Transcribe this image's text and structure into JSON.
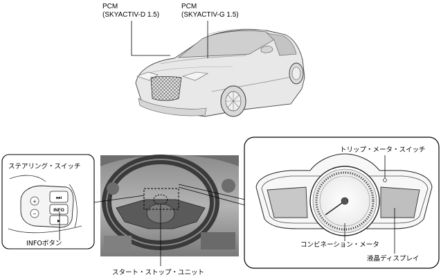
{
  "labels": {
    "pcm_d_line1": "PCM",
    "pcm_d_line2": "(SKYACTIV-D 1.5)",
    "pcm_g_line1": "PCM",
    "pcm_g_line2": "(SKYACTIV-G 1.5)",
    "steering_switch": "ステアリング・スイッチ",
    "info_button": "INFOボタン",
    "info_key_text": "INFO",
    "start_stop_unit": "スタート・ストップ・ユニット",
    "trip_meter_switch": "トリップ・メータ・スイッチ",
    "combination_meter": "コンビネーション・メータ",
    "lcd_display": "液晶ディスプレイ"
  },
  "colors": {
    "line": "#000000",
    "car_body": "#e6e6e6",
    "car_shade": "#bdbdbd",
    "photo_bg": "#9a9a9a",
    "lcd_fill": "#bfbfbf"
  },
  "icons": [
    "car-illustration-icon",
    "steering-switch-icon",
    "dashboard-photo-icon",
    "combination-meter-icon"
  ]
}
